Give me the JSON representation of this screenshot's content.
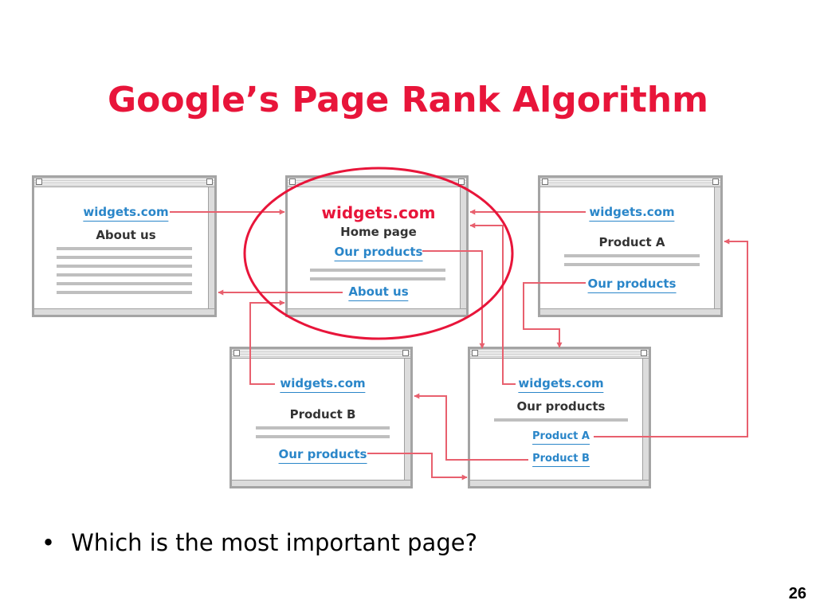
{
  "title": "Google’s Page Rank Algorithm",
  "bullet": "Which is the most important page?",
  "page_number": "26",
  "colors": {
    "title": "#e8153a",
    "link": "#2a86c9",
    "arrow": "#e8606e",
    "circle": "#e8153a"
  },
  "pages": {
    "about": {
      "site": "widgets.com",
      "heading": "About us"
    },
    "home": {
      "site": "widgets.com",
      "heading": "Home page",
      "link_products": "Our products",
      "link_about": "About us"
    },
    "product_a": {
      "site": "widgets.com",
      "heading": "Product A",
      "link_products": "Our products"
    },
    "product_b": {
      "site": "widgets.com",
      "heading": "Product B",
      "link_products": "Our products"
    },
    "products": {
      "site": "widgets.com",
      "heading": "Our products",
      "link_a": "Product A",
      "link_b": "Product B"
    }
  }
}
